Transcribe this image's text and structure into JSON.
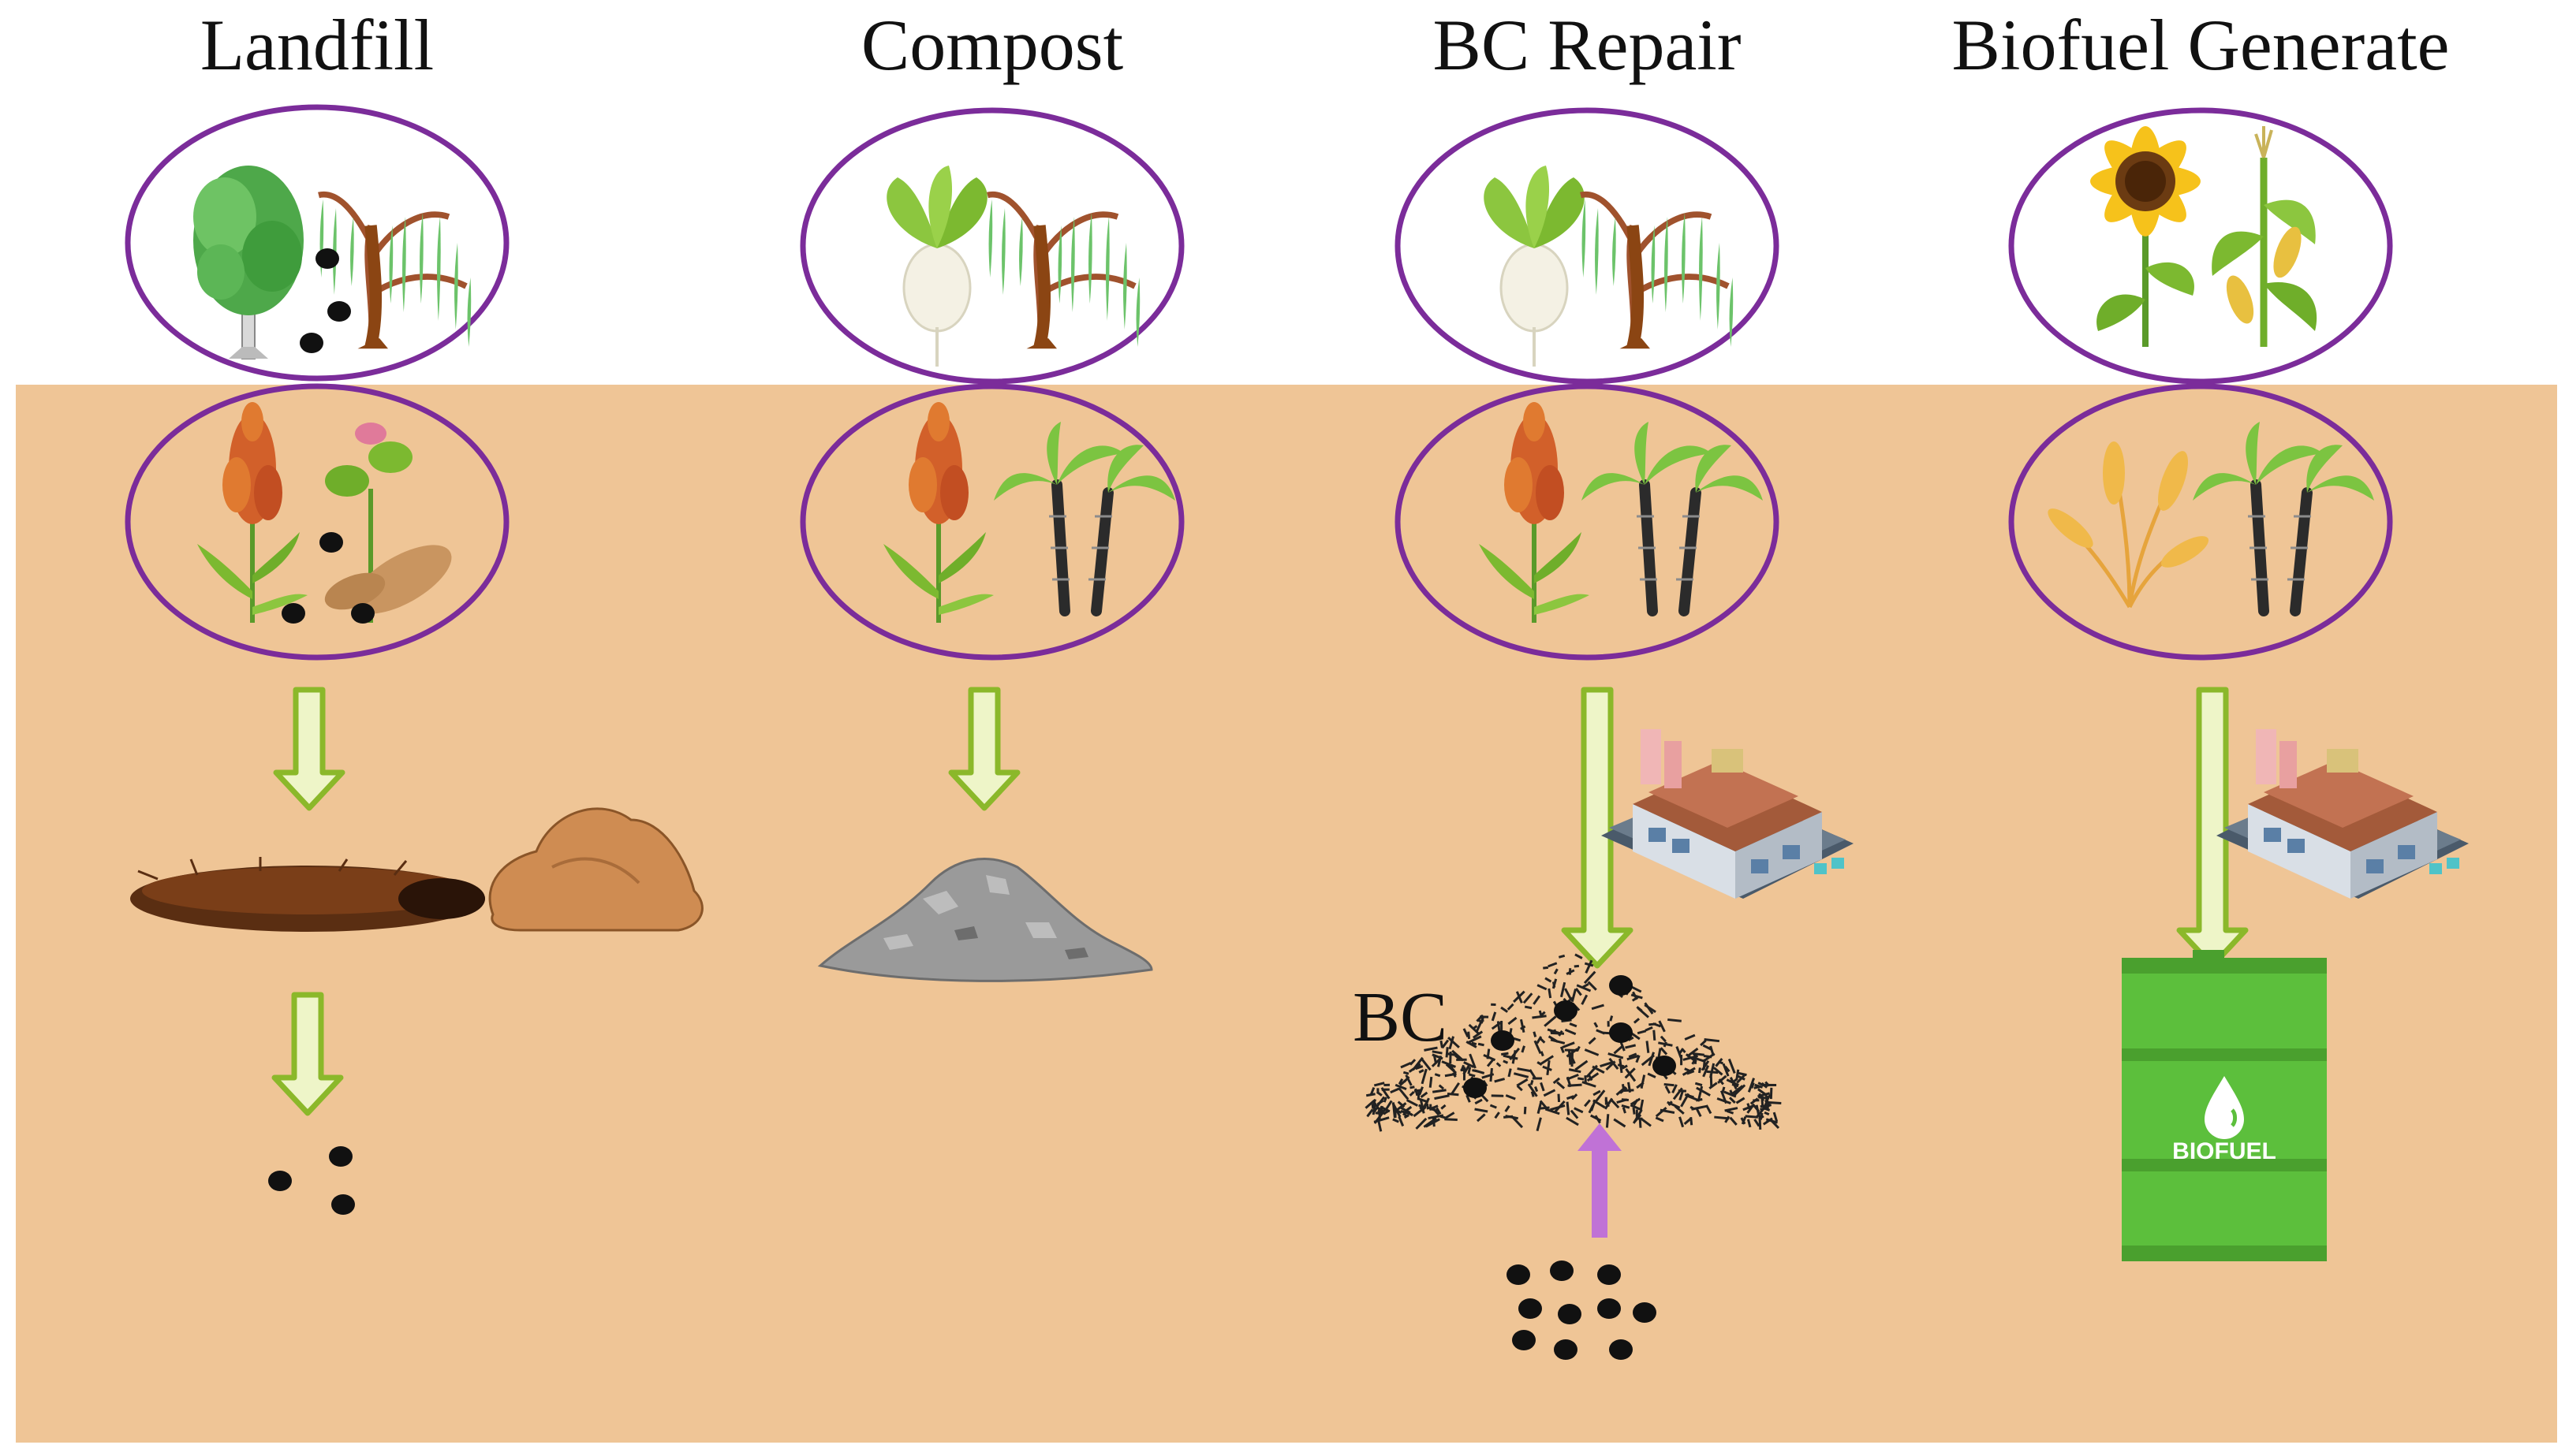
{
  "columns": [
    {
      "title": "Landfill"
    },
    {
      "title": "Compost"
    },
    {
      "title": "BC Repair"
    },
    {
      "title": "Biofuel Generate"
    }
  ],
  "labels": {
    "bc": "BC",
    "drum": "BIOFUEL"
  },
  "colors": {
    "soil": "#efc596",
    "ellipse_border": "#7b2c9a",
    "flow_arrow_fill": "#eef5c8",
    "flow_arrow_stroke": "#8bb82a",
    "upward_arrow": "#c072d6",
    "drum": "#5cbf3c",
    "dots": "#111111"
  }
}
